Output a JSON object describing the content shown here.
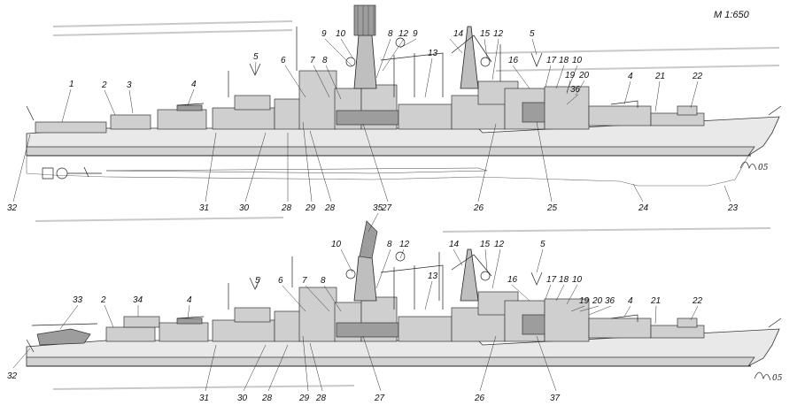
{
  "scale_label": "M 1:650",
  "signatures": {
    "top": "05",
    "bottom": "05"
  },
  "top_labels": [
    "1",
    "2",
    "3",
    "4",
    "5",
    "6",
    "7",
    "8",
    "9",
    "10",
    "8",
    "12",
    "9",
    "14",
    "15",
    "12",
    "5",
    "13",
    "16",
    "17",
    "18",
    "10",
    "19",
    "20",
    "36",
    "4",
    "21",
    "22",
    "32",
    "31",
    "30",
    "28",
    "29",
    "28",
    "27",
    "26",
    "25",
    "24",
    "23"
  ],
  "bottom_labels": [
    "35",
    "10",
    "8",
    "12",
    "14",
    "15",
    "12",
    "5",
    "33",
    "2",
    "34",
    "4",
    "5",
    "6",
    "7",
    "8",
    "13",
    "16",
    "17",
    "18",
    "10",
    "19",
    "20",
    "36",
    "4",
    "21",
    "22",
    "32",
    "31",
    "30",
    "28",
    "29",
    "28",
    "27",
    "26",
    "37"
  ]
}
